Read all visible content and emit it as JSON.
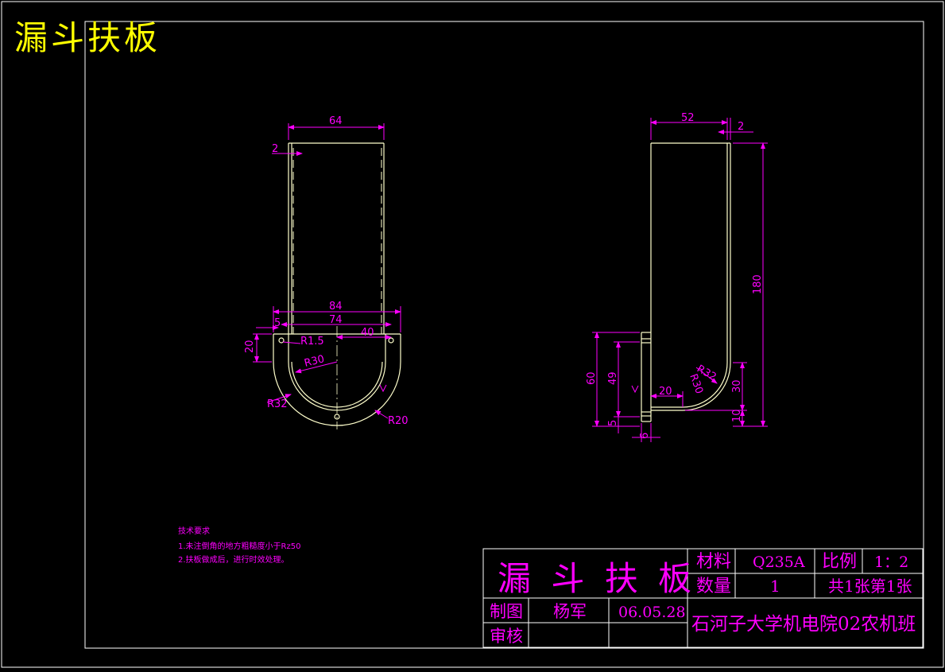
{
  "corner_title": "漏斗扶板",
  "dimensions": {
    "front": {
      "w64": "64",
      "t2": "2",
      "w84": "84",
      "w74": "74",
      "d40": "40",
      "d5": "5",
      "d20": "20",
      "r15": "R1.5",
      "r30": "R30",
      "r32": "R32",
      "r20": "R20"
    },
    "side": {
      "w52": "52",
      "t2": "2",
      "h180": "180",
      "h60": "60",
      "h49": "49",
      "d5": "5",
      "d6": "6",
      "d20": "20",
      "r32": "R32",
      "r30": "R30",
      "d30": "30",
      "d10": "10"
    }
  },
  "notes": {
    "heading": "技术要求",
    "line1": "1.未注倒角的地方粗糙度小于Rz50",
    "line2": "2.扶板做成后，进行时效处理。"
  },
  "title_block": {
    "part_name": "漏 斗 扶 板",
    "material_label": "材料",
    "material_value": "Q235A",
    "scale_label": "比例",
    "scale_value": "1：2",
    "quantity_label": "数量",
    "quantity_value": "1",
    "sheet": "共1张第1张",
    "drawn_label": "制图",
    "drawn_by": "杨军",
    "date": "06.05.28",
    "check_label": "审核",
    "school": "石河子大学机电院02农机班"
  }
}
